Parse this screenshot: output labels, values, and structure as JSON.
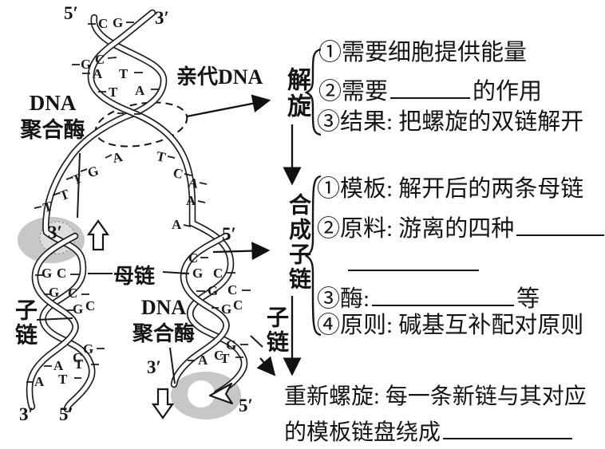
{
  "diagram": {
    "parent_dna_label": "亲代DNA",
    "polymerase1": {
      "l1": "DNA",
      "l2": "聚合酶"
    },
    "polymerase2": {
      "l1": "DNA",
      "l2": "聚合酶"
    },
    "mother_strand_label": "母链",
    "daughter_left_label": "子链",
    "daughter_right_label": "子链",
    "unwind_label": "解旋",
    "synthesize_label": "合成子链",
    "ends": {
      "top5": "5′",
      "top3": "3′",
      "mid3": "3′",
      "mid5": "5′",
      "bottom_left3": "3′",
      "bottom_left5": "5′",
      "right3": "3′",
      "right5": "5′"
    },
    "bases": {
      "top_pairs": [
        [
          "C",
          "G"
        ],
        [
          "G",
          "C"
        ],
        [
          "A",
          "T"
        ],
        [
          "T",
          "A"
        ]
      ],
      "fork_left": [
        "A",
        "G",
        "T",
        "T",
        "T"
      ],
      "fork_right": [
        "T",
        "C",
        "A",
        "A",
        "A"
      ],
      "left_pairs": [
        [
          "G",
          "C"
        ],
        [
          "G",
          "C"
        ],
        [
          "G",
          "C"
        ],
        [
          "C",
          "G"
        ],
        [
          "A",
          "T"
        ],
        [
          "A",
          "T"
        ]
      ],
      "right_single": "C",
      "right_pairs": [
        [
          "G",
          "C"
        ],
        [
          "G",
          "C"
        ],
        [
          "G",
          "C"
        ],
        [
          "C",
          "G"
        ],
        [
          "A",
          "T"
        ]
      ]
    }
  },
  "unwind_box": {
    "item1": "①需要细胞提供能量",
    "item2_pre": "②需要",
    "item2_post": "的作用",
    "item3": "③结果: 把螺旋的双链解开"
  },
  "synth_box": {
    "item1": "①模板: 解开后的两条母链",
    "item2_pre": "②原料: 游离的四种",
    "item3_pre": "③酶:",
    "item3_post": "等",
    "item4": "④原则: 碱基互补配对原则"
  },
  "rewind": {
    "line1": "重新螺旋: 每一条新链与其对应",
    "line2_pre": "的模板链盘绕成"
  }
}
